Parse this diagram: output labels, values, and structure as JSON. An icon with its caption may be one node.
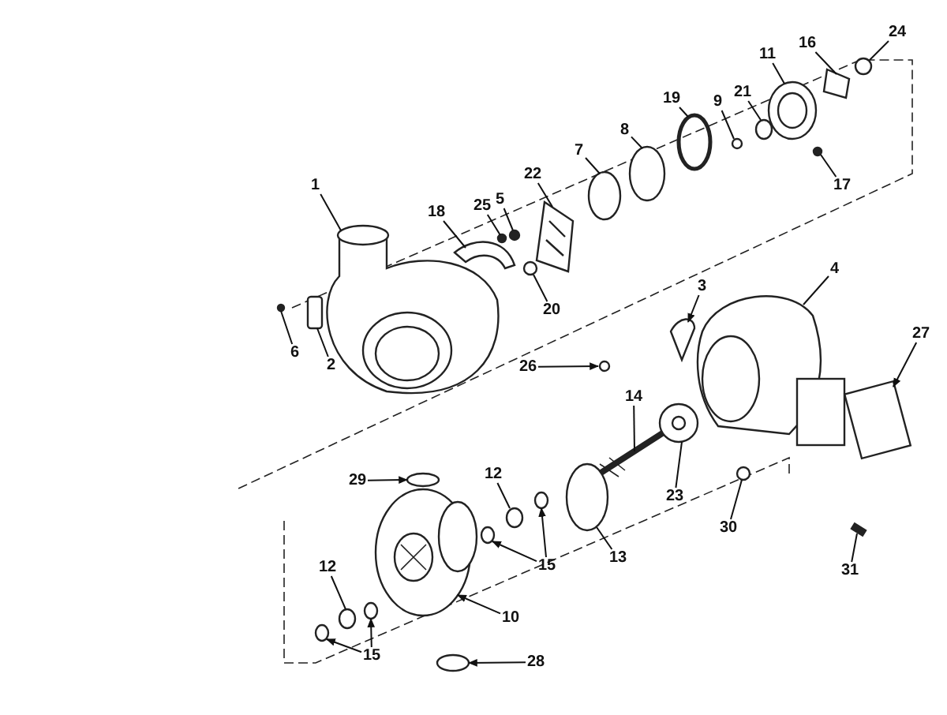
{
  "diagram": {
    "nodes": [
      {
        "text": [
          "24"
        ]
      },
      {
        "text": [
          "16"
        ]
      },
      {
        "text": [
          "11"
        ]
      },
      {
        "text": [
          "21"
        ]
      },
      {
        "text": [
          "19"
        ]
      },
      {
        "text": [
          "9"
        ]
      },
      {
        "text": [
          "8"
        ]
      },
      {
        "text": [
          "7"
        ]
      },
      {
        "text": [
          "22"
        ]
      },
      {
        "text": [
          "17"
        ]
      },
      {
        "text": [
          "1"
        ]
      },
      {
        "text": [
          "5"
        ]
      },
      {
        "text": [
          "25"
        ]
      },
      {
        "text": [
          "18"
        ]
      },
      {
        "text": [
          "4"
        ]
      },
      {
        "text": [
          "3"
        ]
      },
      {
        "text": [
          "20"
        ]
      },
      {
        "text": [
          "27"
        ]
      },
      {
        "text": [
          "6"
        ]
      },
      {
        "text": [
          "2"
        ]
      },
      {
        "text": [
          "26"
        ]
      },
      {
        "text": [
          "14"
        ]
      },
      {
        "text": [
          "12"
        ]
      },
      {
        "text": [
          "23"
        ]
      },
      {
        "text": [
          "29"
        ]
      },
      {
        "text": [
          "30"
        ]
      },
      {
        "text": [
          "13"
        ]
      },
      {
        "text": [
          "15"
        ]
      },
      {
        "text": [
          "12"
        ]
      },
      {
        "text": [
          "31"
        ]
      },
      {
        "text": [
          "10"
        ]
      },
      {
        "text": [
          "15"
        ]
      },
      {
        "text": [
          "28"
        ]
      },
      {
        "text": [],
        "shape": "circle"
      },
      {
        "text": [],
        "shape": "box"
      },
      {
        "text": [],
        "shape": "circle"
      },
      {
        "text": [],
        "shape": "circle"
      },
      {
        "text": [],
        "shape": "circle"
      },
      {
        "text": [],
        "shape": "circle"
      },
      {
        "text": [],
        "shape": "circle"
      },
      {
        "text": [],
        "shape": "circle"
      },
      {
        "text": [],
        "shape": "picture"
      },
      {
        "text": [],
        "shape": "circle"
      },
      {
        "text": [],
        "shape": "picture"
      },
      {
        "text": [],
        "shape": "circle"
      },
      {
        "text": [],
        "shape": "circle"
      },
      {
        "text": [],
        "shape": "picture"
      },
      {
        "text": [],
        "shape": "picture"
      },
      {
        "text": [],
        "shape": "picture"
      },
      {
        "text": [],
        "shape": "circle"
      },
      {
        "text": [],
        "shape": "box"
      },
      {
        "text": [],
        "shape": "circle"
      },
      {
        "text": [],
        "shape": "box"
      },
      {
        "text": [],
        "shape": "circle"
      },
      {
        "text": [],
        "shape": "picture"
      },
      {
        "text": [],
        "shape": "circle"
      },
      {
        "text": [],
        "shape": "circle"
      },
      {
        "text": [],
        "shape": "circle"
      },
      {
        "text": [],
        "shape": "circle"
      },
      {
        "text": [],
        "shape": "circle"
      },
      {
        "text": [],
        "shape": "circle"
      },
      {
        "text": [],
        "shape": "circle"
      },
      {
        "text": [],
        "shape": "circle"
      },
      {
        "text": [],
        "shape": "bar"
      },
      {
        "text": [],
        "shape": "picture"
      },
      {
        "text": [],
        "shape": "circle"
      },
      {
        "text": [],
        "shape": "circle"
      },
      {
        "text": [],
        "shape": "circle"
      }
    ],
    "edges": [
      {
        "from": 0,
        "to": 33,
        "arrow": "none"
      },
      {
        "from": 1,
        "to": 34,
        "arrow": "none"
      },
      {
        "from": 2,
        "to": 35,
        "arrow": "none"
      },
      {
        "from": 3,
        "to": 36,
        "arrow": "none"
      },
      {
        "from": 4,
        "to": 37,
        "arrow": "none"
      },
      {
        "from": 5,
        "to": 38,
        "arrow": "none"
      },
      {
        "from": 6,
        "to": 39,
        "arrow": "none"
      },
      {
        "from": 7,
        "to": 40,
        "arrow": "none"
      },
      {
        "from": 8,
        "to": 41,
        "arrow": "none"
      },
      {
        "from": 9,
        "to": 42,
        "arrow": "none"
      },
      {
        "from": 10,
        "to": 43,
        "arrow": "none"
      },
      {
        "from": 11,
        "to": 44,
        "arrow": "none"
      },
      {
        "from": 12,
        "to": 45,
        "arrow": "none"
      },
      {
        "from": 13,
        "to": 46,
        "arrow": "none"
      },
      {
        "from": 14,
        "to": 47,
        "arrow": "none"
      },
      {
        "from": 15,
        "to": 48,
        "arrow": "to"
      },
      {
        "from": 16,
        "to": 49,
        "arrow": "none"
      },
      {
        "from": 17,
        "to": 50,
        "arrow": "to"
      },
      {
        "from": 18,
        "to": 51,
        "arrow": "none"
      },
      {
        "from": 19,
        "to": 52,
        "arrow": "none"
      },
      {
        "from": 20,
        "to": 53,
        "arrow": "to"
      },
      {
        "from": 21,
        "to": 54,
        "arrow": "none"
      },
      {
        "from": 22,
        "to": 55,
        "arrow": "none"
      },
      {
        "from": 23,
        "to": 56,
        "arrow": "none"
      },
      {
        "from": 24,
        "to": 57,
        "arrow": "to"
      },
      {
        "from": 25,
        "to": 58,
        "arrow": "none"
      },
      {
        "from": 26,
        "to": 59,
        "arrow": "none"
      },
      {
        "from": 27,
        "to": 60,
        "arrow": "to"
      },
      {
        "from": 27,
        "to": 61,
        "arrow": "to"
      },
      {
        "from": 28,
        "to": 62,
        "arrow": "none"
      },
      {
        "from": 29,
        "to": 63,
        "arrow": "none"
      },
      {
        "from": 30,
        "to": 64,
        "arrow": "to"
      },
      {
        "from": 31,
        "to": 65,
        "arrow": "to"
      },
      {
        "from": 31,
        "to": 66,
        "arrow": "to"
      },
      {
        "from": 32,
        "to": 67,
        "arrow": "to"
      }
    ]
  }
}
